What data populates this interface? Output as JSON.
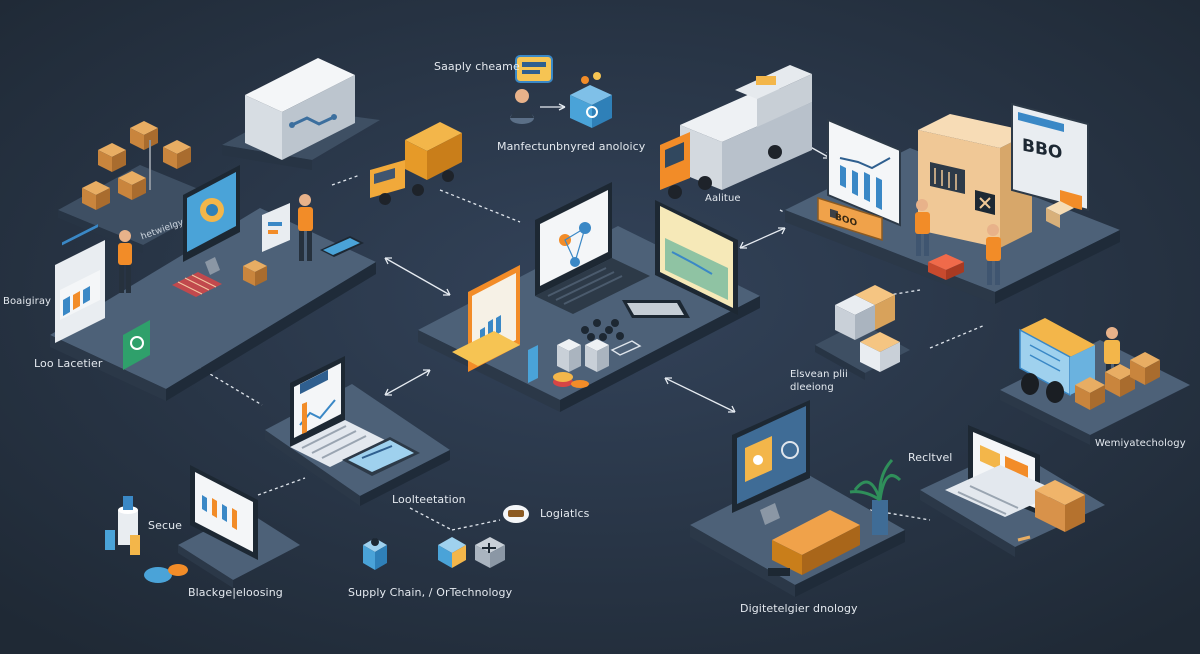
{
  "labels": {
    "supply_chain_top": "Saaply cheame",
    "manufacturing": "Manfectunbnyred anoloicy",
    "analyzer": "Aalitue",
    "left_mid": "Boaigiray",
    "left_bottom": "Loo Lacetier",
    "left_tag": "hetwielgy",
    "secure": "Secue",
    "blockchain": "Blackge|eloosing",
    "localization": "Loolteetation",
    "logistics": "Logiatlcs",
    "supply_chain_tech": "Supply Chain, / OrTechnology",
    "digital": "Digitetelgier dnology",
    "retail": "Recltvel",
    "warehouse_tech": "Wemiyatechology",
    "rfid": "Elsvean plii dleeiong"
  },
  "monitor_text": "BBO",
  "chip_text": "BOO",
  "colors": {
    "background": "#263140",
    "platform_top": "#4d6178",
    "platform_side": "#2b3848",
    "accent_orange": "#f28c28",
    "box_brown": "#d9964a",
    "screen_blue": "#4aa3d8",
    "link_line": "#dfe5ec"
  }
}
